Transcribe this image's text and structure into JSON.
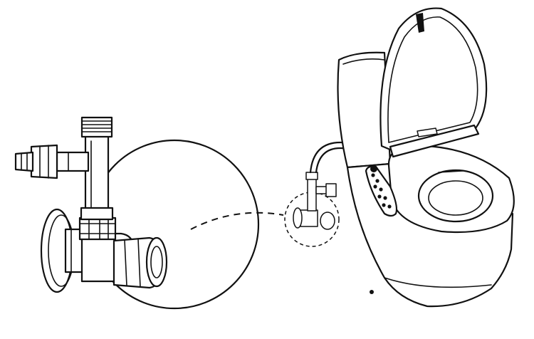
{
  "diagram": {
    "labels": [],
    "colors": {
      "line": "#111111",
      "background": "#ffffff"
    },
    "parts": [
      "enlarged-detail-circle",
      "t-adapter-fitting",
      "angle-valve",
      "wall-flange",
      "hose-quick-connector",
      "smart-toilet",
      "side-control-panel",
      "water-hose",
      "detail-callout-circle"
    ]
  }
}
